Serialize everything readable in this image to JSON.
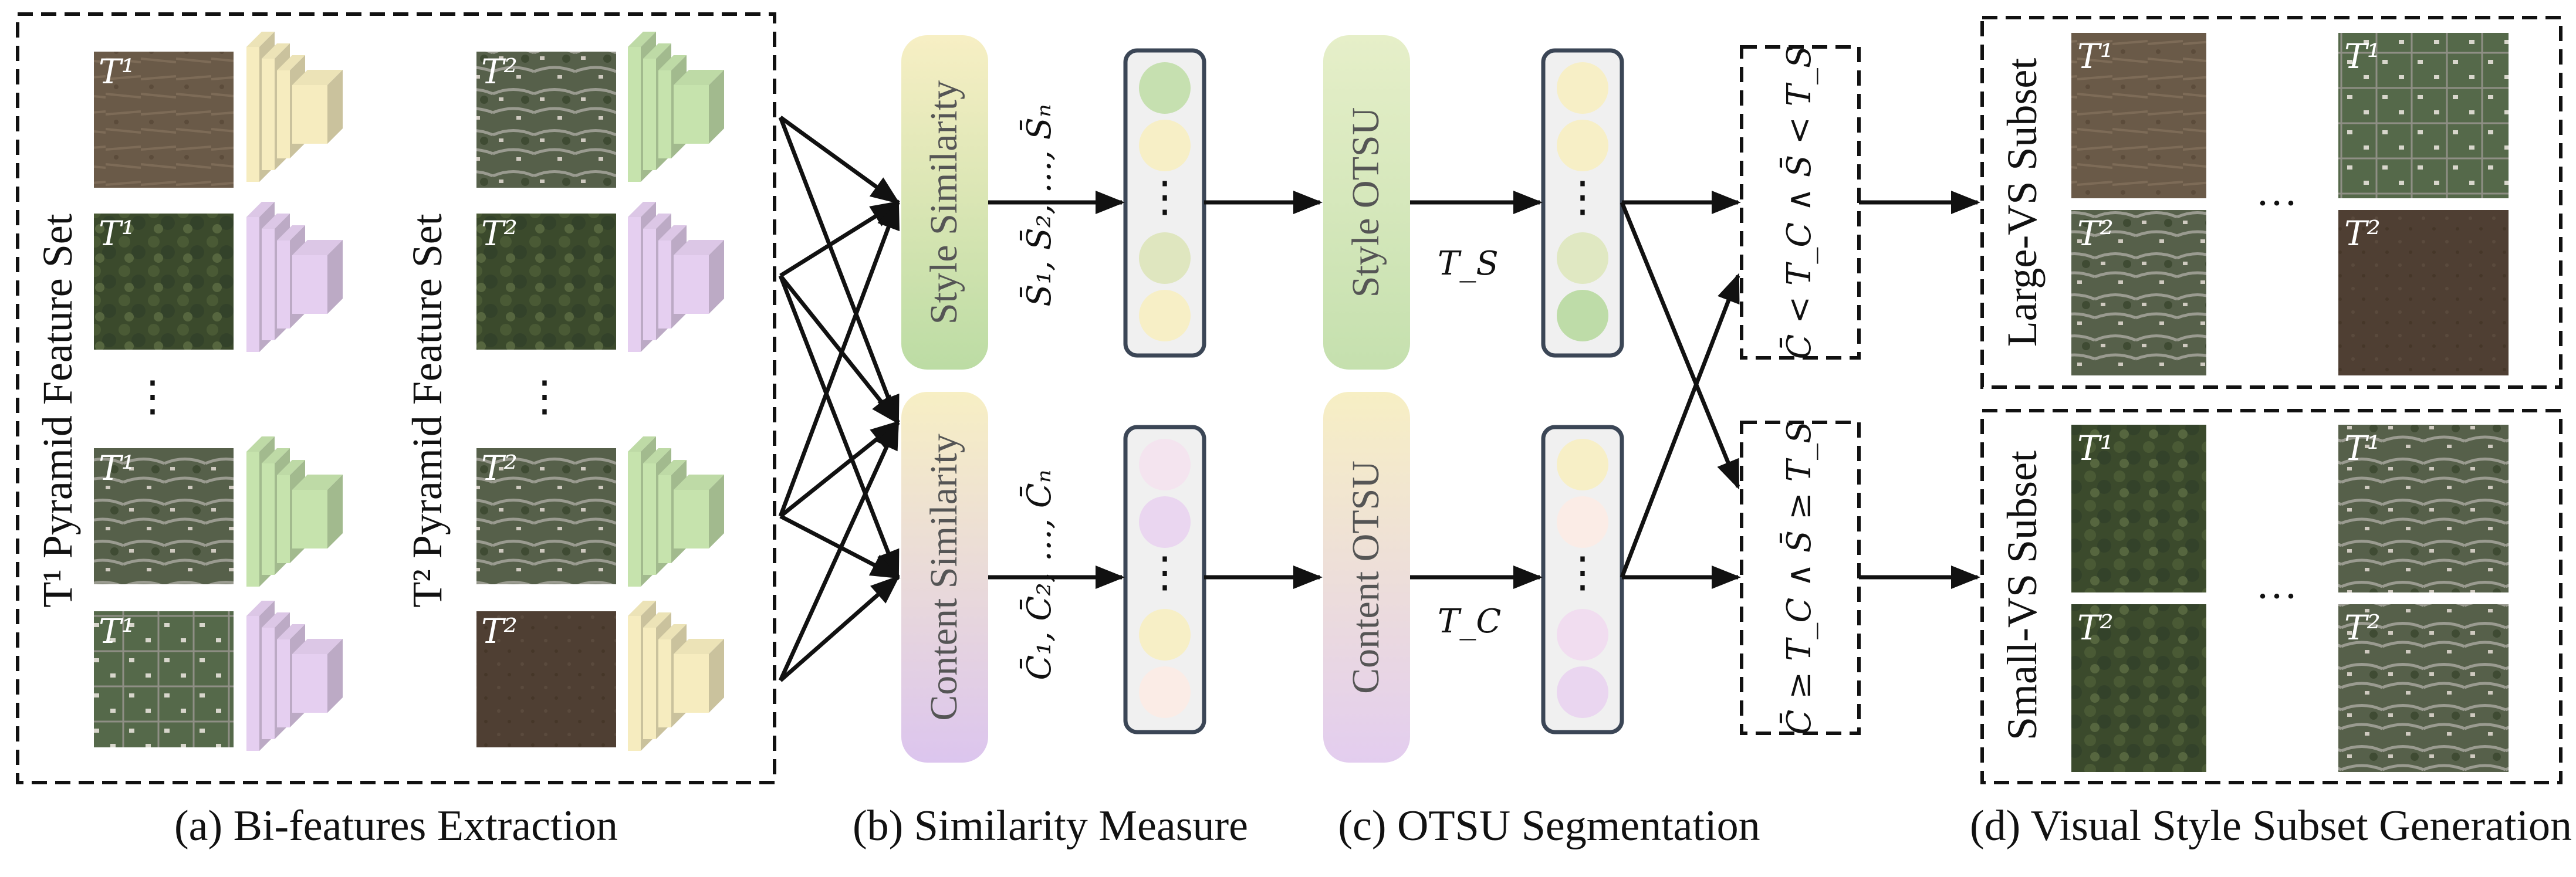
{
  "captions": {
    "a": "(a) Bi-features Extraction",
    "b": "(b) Similarity Measure",
    "c": "(c) OTSU Segmentation",
    "d": "(d) Visual Style Subset Generation"
  },
  "pyramid_sets": {
    "t1_label": "T¹ Pyramid Feature Set",
    "t2_label": "T² Pyramid Feature Set",
    "t1_tile": "T¹",
    "t2_tile": "T²",
    "ellipsis": "⋮"
  },
  "similarity": {
    "style_label": "Style Similarity",
    "content_label": "Content Similarity",
    "style_scores": "S̄₁, S̄₂, …, S̄ₙ",
    "content_scores": "C̄₁, C̄₂, …, C̄ₙ"
  },
  "otsu": {
    "style_label": "Style OTSU",
    "content_label": "Content OTSU",
    "style_threshold": "T_S",
    "content_threshold": "T_C"
  },
  "conditions": {
    "large": "C̄ < T_C ∧ S̄ < T_S",
    "small": "C̄ ≥ T_C ∧ S̄ ≥ T_S"
  },
  "subsets": {
    "large_label": "Large-VS Subset",
    "small_label": "Small-VS Subset",
    "ellipsis": "···"
  },
  "colors": {
    "style_pill": "#c9dfb0",
    "content_pill": "#ddc8ea",
    "otsu_style": "#cfe3b8",
    "otsu_content": "#e8d2ef",
    "pyramid_yellow": "#f6ecbf",
    "pyramid_green": "#c6e3ad",
    "pyramid_purple": "#e5cff0"
  }
}
